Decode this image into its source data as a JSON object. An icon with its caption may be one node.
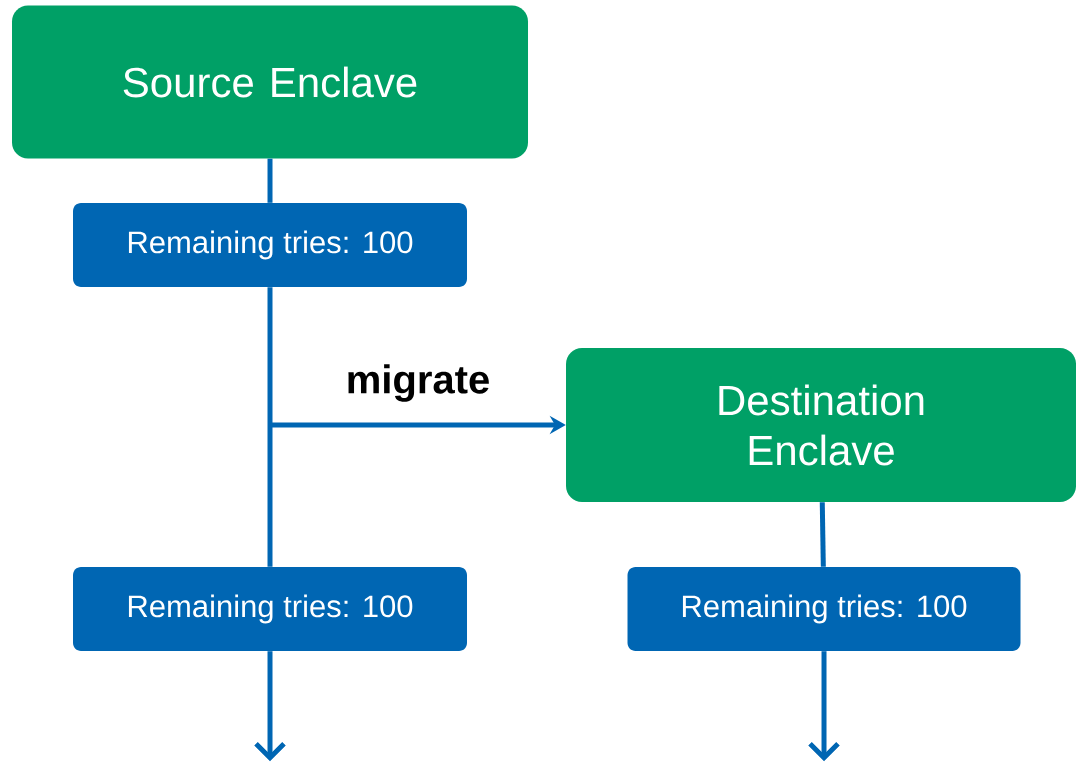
{
  "diagram": {
    "nodes": [
      {
        "text": [
          "Source Enclave"
        ]
      },
      {
        "text": [
          "Remaining tries: 100"
        ]
      },
      {
        "text": [
          "Destination Enclave"
        ]
      },
      {
        "text": [
          "Remaining tries: 100"
        ]
      },
      {
        "text": [
          "Remaining tries: 100"
        ]
      }
    ],
    "edges": [
      {
        "from": 0,
        "to": 1,
        "arrow": "none"
      },
      {
        "from": 1,
        "to": 3,
        "arrow": "none"
      },
      {
        "from": 3,
        "to": null,
        "arrow": "to"
      },
      {
        "from": null,
        "to": 2,
        "arrow": "to",
        "label": "migrate"
      },
      {
        "from": 2,
        "to": 4,
        "arrow": "none"
      },
      {
        "from": 4,
        "to": null,
        "arrow": "to"
      }
    ]
  }
}
